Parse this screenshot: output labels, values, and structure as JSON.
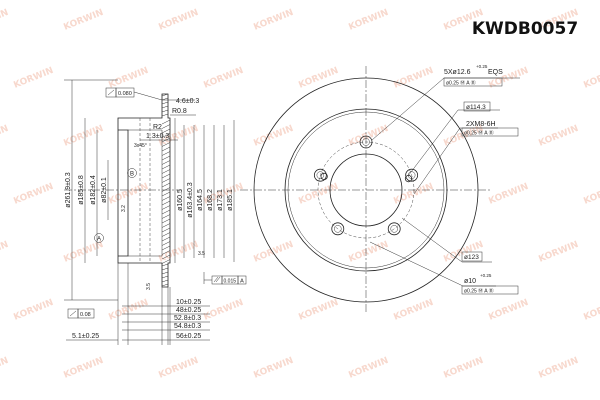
{
  "part_number": "KWDB0057",
  "watermark_text": "KORWIN",
  "section_view": {
    "flatness_tolerance": "0.080",
    "runout_tolerance": "0.080",
    "hat_thickness": "4.6±0.3",
    "radius_r08": "R0.8",
    "radius_r2": "R2",
    "recess_depth": "1.3±0.3",
    "chamfer": "3x45°",
    "datum_a": "A",
    "datum_b": "B",
    "diam_outer": "ø261.9±0.3",
    "diam_185_8": "ø185±0.8",
    "diam_182": "ø182±0.4",
    "diam_82": "ø82±0.1",
    "diam_160_5": "ø160.5",
    "diam_161_5": "ø163.4±0.3",
    "diam_164": "ø164.5",
    "diam_168": "ø168.2",
    "diam_173": "ø173.1",
    "diam_185_1": "ø185.1",
    "angle_small": "3.5",
    "angle_small2": "3.5",
    "rough_left": "3.2",
    "parallel_tol": "0.015",
    "parallel_datum": "A"
  },
  "bottom_dims": {
    "d1": "10±0.25",
    "d2": "48±0.25",
    "d3": "52.8±0.3",
    "d4": "54.8±0.3",
    "d5": "56±0.25",
    "d_left": "5.1±0.25",
    "flat_bottom": "0.08"
  },
  "front_view": {
    "holes_spec": "5Xø12.6",
    "holes_tol": "+0.25",
    "holes_eqs": "EQS",
    "holes_pos": "ø0.25 Ⓜ A Ⓑ",
    "pcd": "ø114.3",
    "thread_spec": "2XM8-6H",
    "thread_pos": "ø0.25 Ⓜ A Ⓑ",
    "center_bore": "ø123",
    "pin_spec": "ø10",
    "pin_tol": "+0.25",
    "pin_pos": "ø0.25 Ⓜ A Ⓑ"
  }
}
